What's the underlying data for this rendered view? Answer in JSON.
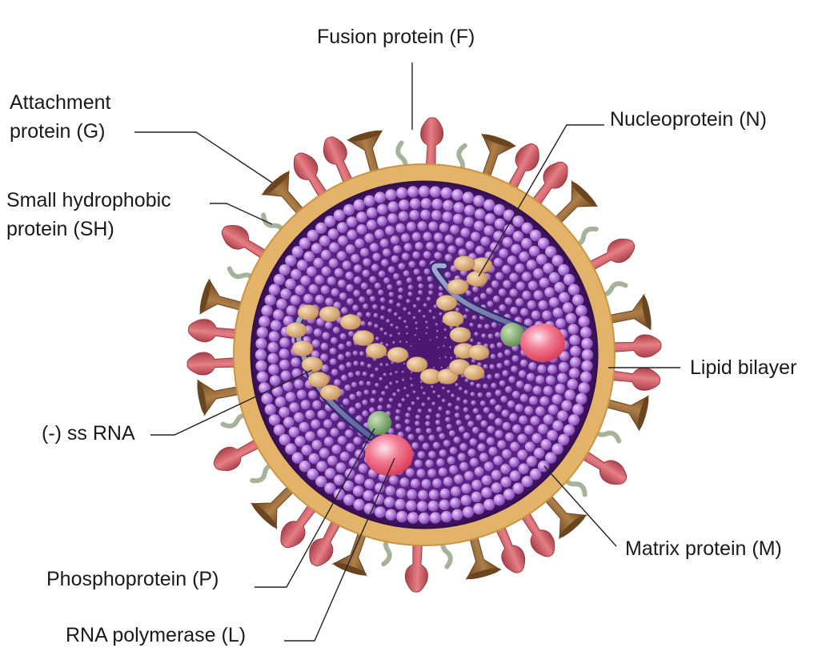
{
  "labels": {
    "fusion": "Fusion protein (F)",
    "attachment_line1": "Attachment",
    "attachment_line2": "protein (G)",
    "sh_line1": "Small hydrophobic",
    "sh_line2": "protein (SH)",
    "nucleoprotein": "Nucleoprotein (N)",
    "lipid": "Lipid bilayer",
    "rna": "(-) ss RNA",
    "matrix": "Matrix protein (M)",
    "phospho": "Phosphoprotein (P)",
    "polymerase": "RNA polymerase (L)"
  },
  "colors": {
    "envelope": "#E2B368",
    "envelope_edge": "#C99445",
    "capsid": "#55207A",
    "capsid_dark": "#33104F",
    "matrix_bead": "#B078D8",
    "matrix_bead_light": "#E2C4F5",
    "fusion_spike": "#D9666E",
    "fusion_spike_dark": "#9C3840",
    "attachment_spike": "#9A6B3A",
    "attachment_spike_dark": "#6B4520",
    "sh_protein": "#A6B39A",
    "nucleoprotein_bead": "#E0B98A",
    "rna_strand": "#7E7FB5",
    "polymerase": "#F07088",
    "phosphoprotein": "#7FA86D",
    "leader_line": "#222222"
  }
}
